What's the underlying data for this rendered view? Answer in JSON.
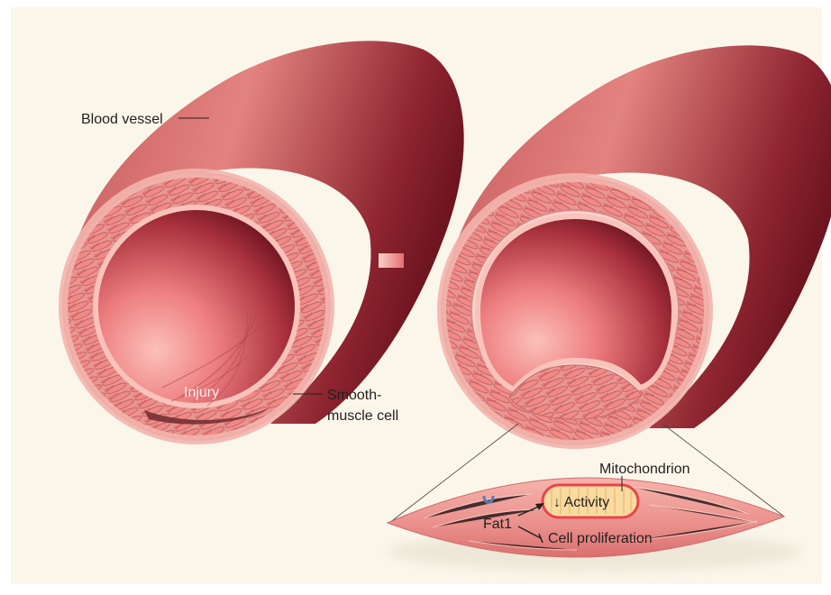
{
  "labels": {
    "blood_vessel": "Blood vessel",
    "injury": "Injury",
    "smooth_muscle_line1": "Smooth-",
    "smooth_muscle_line2": "muscle cell",
    "mitochondrion": "Mitochondrion",
    "activity": "↓ Activity",
    "fat1": "Fat1",
    "cell_proliferation": "Cell proliferation"
  },
  "colors": {
    "background": "#faf6ea",
    "vessel_outer_light": "#e08a86",
    "vessel_outer_dark": "#7a1722",
    "vessel_wall": "#f0a8a0",
    "lumen_light": "#f7b2ad",
    "lumen_dark": "#5e0e1a",
    "muscle_cell": "#e98c8a",
    "mitochondrion_fill": "#f7d79a",
    "mitochondrion_border": "#e8454a",
    "arrow_accent": "#f09090"
  }
}
